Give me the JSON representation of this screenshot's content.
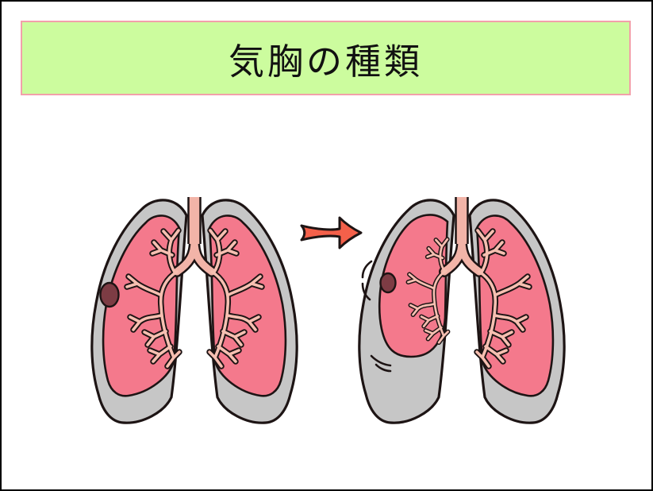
{
  "slide": {
    "title": "気胸の種類"
  },
  "illustration": {
    "left_figure": "lungs-normal-with-bleb",
    "arrow_icon": "right-arrow",
    "right_figure": "lungs-left-lung-collapsed-pneumothorax"
  },
  "colors": {
    "page_bg": "#ffffff",
    "page_border": "#000000",
    "banner_bg": "#ccfc9e",
    "banner_border": "#f2a0aa",
    "title_text": "#111111",
    "pleura_gray": "#c6c6c6",
    "lung_pink": "#f4798c",
    "trachea_salmon": "#f2b4a8",
    "bronchi_salmon": "#f6bfb1",
    "outline_dark": "#1d1414",
    "bleb_maroon": "#7d3c44",
    "arrow_orange": "#f4604a"
  }
}
